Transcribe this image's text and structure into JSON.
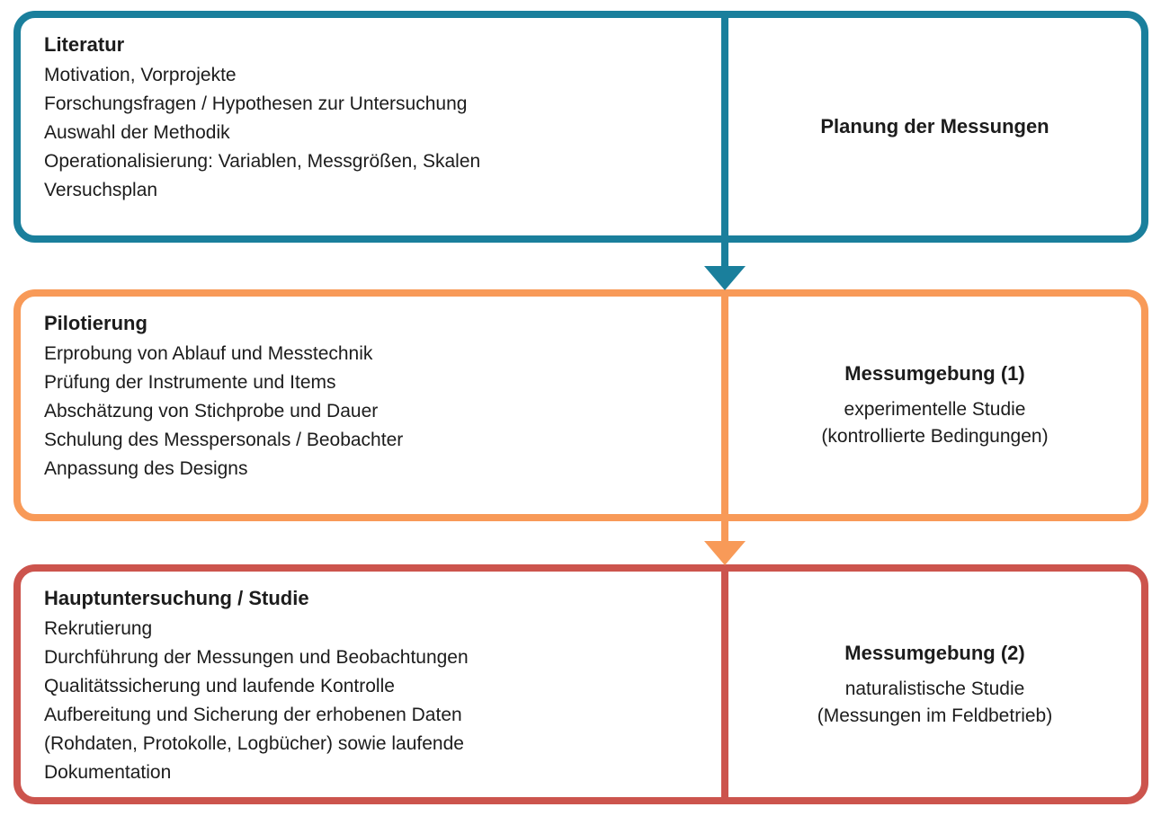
{
  "diagram": {
    "type": "vertical-flow",
    "background": "#ffffff",
    "boxes": [
      {
        "name": "planung",
        "color": "#1a7f9c",
        "left": {
          "heading": "Literatur",
          "lines": [
            "Motivation, Vorprojekte",
            "Forschungsfragen / Hypothesen zur Untersuchung",
            "Auswahl der Methodik",
            "Operationalisierung: Variablen, Messgrößen, Skalen",
            "Versuchsplan"
          ]
        },
        "right": {
          "title": "Planung der Messungen",
          "lines": []
        },
        "arrow_to_next": true
      },
      {
        "name": "pilotierung",
        "color": "#f89a58",
        "left": {
          "heading": "Pilotierung",
          "lines": [
            "Erprobung von Ablauf und Messtechnik",
            "Prüfung der Instrumente und Items",
            "Abschätzung von Stichprobe und Dauer",
            "Schulung des Messpersonals / Beobachter",
            "Anpassung des Designs"
          ]
        },
        "right": {
          "title": "Messumgebung (1)",
          "lines": [
            "experimentelle Studie",
            "(kontrollierte Bedingungen)"
          ]
        },
        "arrow_to_next": true
      },
      {
        "name": "hauptuntersuchung",
        "color": "#cc544d",
        "left": {
          "heading": "Hauptuntersuchung / Studie",
          "lines": [
            "Rekrutierung",
            "Durchführung der Messungen und Beobachtungen",
            "Qualitätssicherung und laufende Kontrolle",
            "Aufbereitung und Sicherung der erhobenen Daten",
            "(Rohdaten, Protokolle, Logbücher) sowie laufende",
            "Dokumentation"
          ]
        },
        "right": {
          "title": "Messumgebung (2)",
          "lines": [
            "naturalistische Studie",
            "(Messungen im Feldbetrieb)"
          ]
        },
        "arrow_to_next": false
      }
    ]
  }
}
